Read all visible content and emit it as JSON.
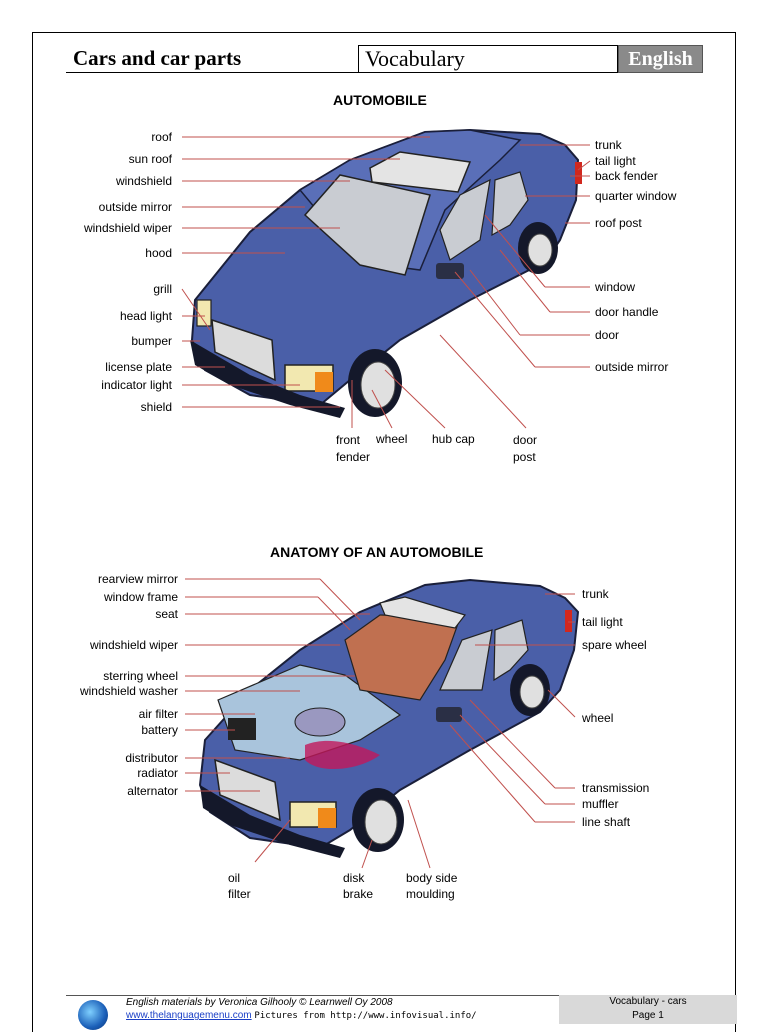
{
  "header": {
    "title": "Cars and car parts",
    "vocabulary": "Vocabulary",
    "language": "English"
  },
  "section1": {
    "title": "AUTOMOBILE",
    "left_labels": [
      "roof",
      "sun roof",
      "windshield",
      "outside mirror",
      "windshield wiper",
      "hood",
      "grill",
      "head light",
      "bumper",
      "license plate",
      "indicator light",
      "shield"
    ],
    "right_labels": [
      "trunk",
      "tail light",
      "back fender",
      "quarter window",
      "roof post",
      "window",
      "door handle",
      "door",
      "outside mirror"
    ],
    "bottom_labels": [
      "front\nfender",
      "wheel",
      "hub cap",
      "door\npost"
    ]
  },
  "section2": {
    "title": "ANATOMY OF AN AUTOMOBILE",
    "left_labels": [
      "rearview mirror",
      "window frame",
      "seat",
      "windshield wiper",
      "sterring wheel",
      "windshield washer",
      "air filter",
      "battery",
      "distributor",
      "radiator",
      "alternator"
    ],
    "right_labels": [
      "trunk",
      "tail light",
      "spare wheel",
      "wheel",
      "transmission",
      "muffler",
      "line shaft"
    ],
    "bottom_labels": [
      "oil\nfilter",
      "disk\nbrake",
      "body side\nmoulding"
    ]
  },
  "footer": {
    "credit": "English materials by Veronica Gilhooly © Learnwell Oy 2008",
    "link": "www.thelanguagemenu.com",
    "pictures": "Pictures from http://www.infovisual.info/",
    "page_name": "Vocabulary - cars",
    "page_number": "Page 1"
  }
}
